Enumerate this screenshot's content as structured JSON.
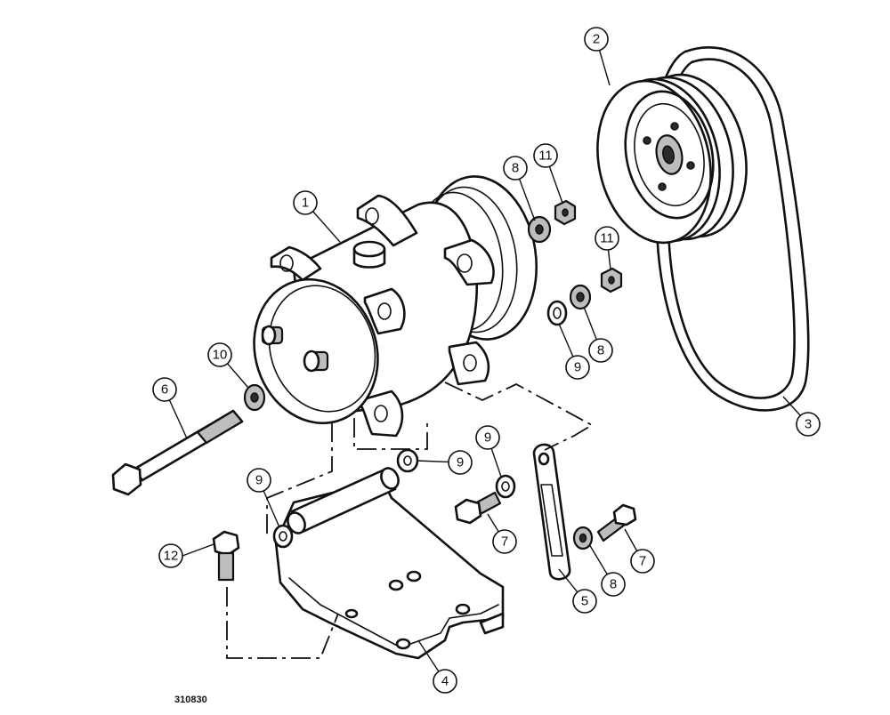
{
  "figure_id": "310830",
  "callouts": {
    "c1": "1",
    "c2": "2",
    "c3": "3",
    "c4": "4",
    "c5": "5",
    "c6": "6",
    "c7a": "7",
    "c7b": "7",
    "c8a": "8",
    "c8b": "8",
    "c8c": "8",
    "c9a": "9",
    "c9b": "9",
    "c9c": "9",
    "c9d": "9",
    "c10": "10",
    "c11a": "11",
    "c11b": "11",
    "c12": "12"
  }
}
